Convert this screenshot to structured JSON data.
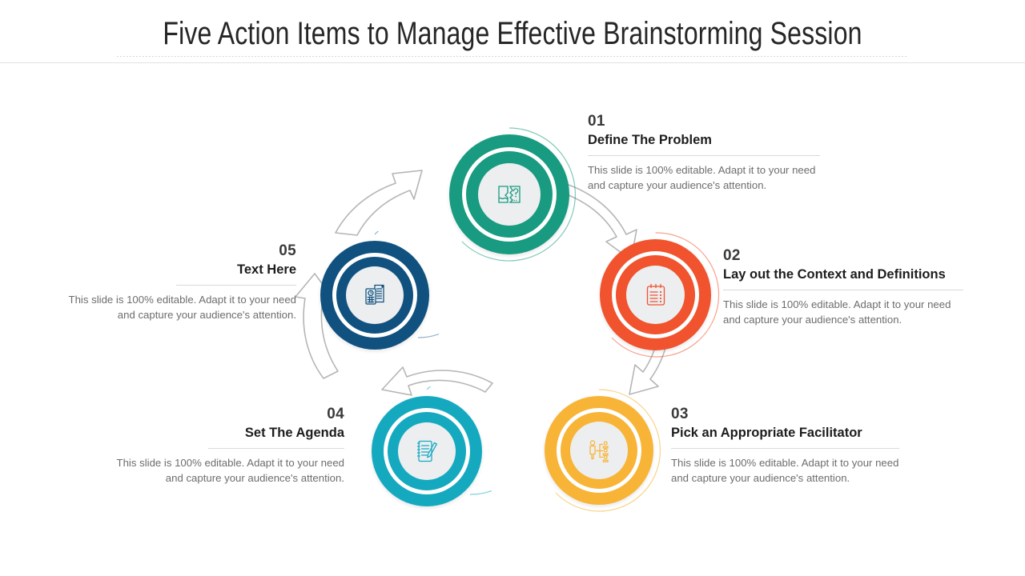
{
  "header": {
    "title": "Five Action Items to Manage Effective Brainstorming Session"
  },
  "colors": {
    "item01": "#189B80",
    "item02": "#F0532E",
    "item03": "#F8B436",
    "item04": "#15A9C0",
    "item05": "#10517F",
    "arrow": "#b5b5b5",
    "core": "#eceef0",
    "body_text": "#6d6d6d",
    "title_text": "#1d1d1d",
    "number_text": "#3a3a3a"
  },
  "body_text_default": "This slide is 100% editable. Adapt it to your need and capture your audience's attention.",
  "items": [
    {
      "number": "01",
      "title": "Define The Problem",
      "body": "This slide is 100% editable. Adapt it to your need and capture your audience's attention.",
      "icon": "puzzle-question-icon",
      "color": "#189B80"
    },
    {
      "number": "02",
      "title": "Lay out the Context and Definitions",
      "body": "This slide is 100% editable. Adapt it to your need and capture your audience's attention.",
      "icon": "checklist-notepad-icon",
      "color": "#F0532E"
    },
    {
      "number": "03",
      "title": "Pick an Appropriate Facilitator",
      "body": "This slide is 100% editable. Adapt it to your need and capture your audience's attention.",
      "icon": "org-chart-people-icon",
      "color": "#F8B436"
    },
    {
      "number": "04",
      "title": "Set The Agenda",
      "body": "This slide is 100% editable. Adapt it to your need and capture your audience's attention.",
      "icon": "notepad-pencil-icon",
      "color": "#15A9C0"
    },
    {
      "number": "05",
      "title": "Text Here",
      "body": "This slide is 100% editable. Adapt it to your need and capture your audience's attention.",
      "icon": "calculator-document-icon",
      "color": "#10517F"
    }
  ]
}
